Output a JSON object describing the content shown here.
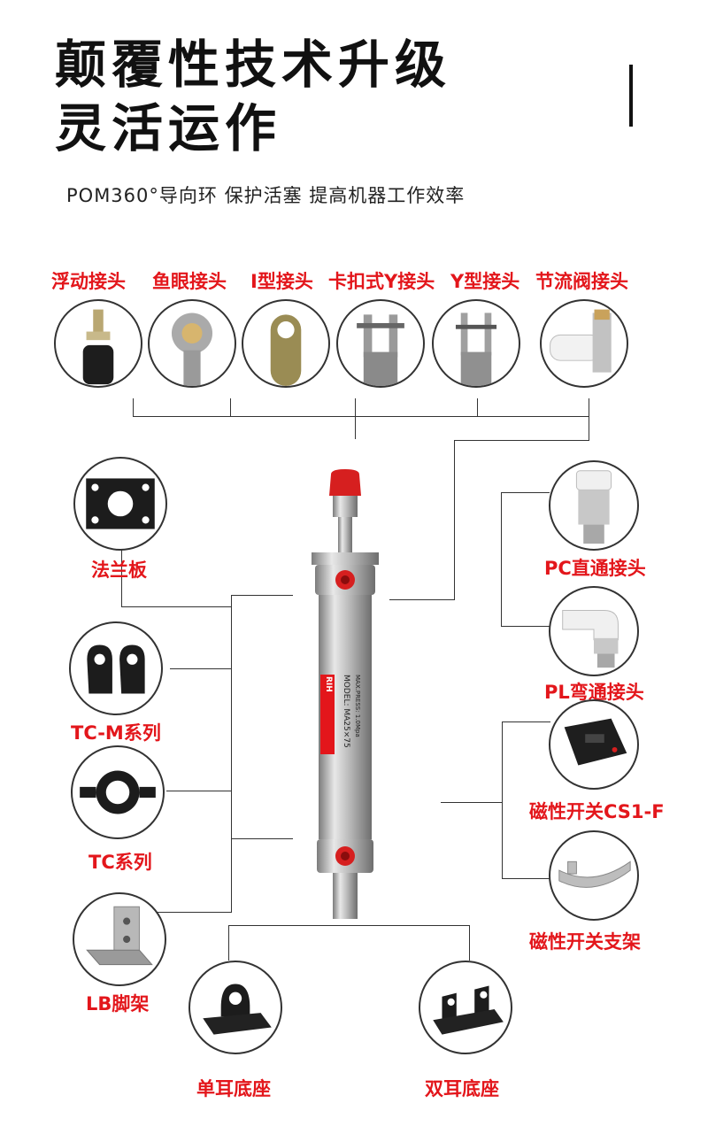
{
  "header": {
    "title_line1": "颠覆性技术升级",
    "title_line2": "灵活运作",
    "subtitle": "POM360°导向环 保护活塞 提高机器工作效率"
  },
  "top_parts": [
    {
      "label": "浮动接头",
      "icon": "floating-joint-icon"
    },
    {
      "label": "鱼眼接头",
      "icon": "rod-end-icon"
    },
    {
      "label": "I型接头",
      "icon": "i-joint-icon"
    },
    {
      "label": "卡扣式Y接头",
      "icon": "clip-y-joint-icon"
    },
    {
      "label": "Y型接头",
      "icon": "y-joint-icon"
    },
    {
      "label": "节流阀接头",
      "icon": "throttle-valve-fitting-icon"
    }
  ],
  "left_parts": [
    {
      "label": "法兰板",
      "icon": "flange-plate-icon"
    },
    {
      "label": "TC-M系列",
      "icon": "tc-m-bracket-icon"
    },
    {
      "label": "TC系列",
      "icon": "tc-trunnion-icon"
    },
    {
      "label": "LB脚架",
      "icon": "lb-foot-bracket-icon"
    }
  ],
  "right_parts": [
    {
      "label": "PC直通接头",
      "icon": "pc-straight-fitting-icon"
    },
    {
      "label": "PL弯通接头",
      "icon": "pl-elbow-fitting-icon"
    },
    {
      "label": "磁性开关CS1-F",
      "icon": "magnetic-switch-icon"
    },
    {
      "label": "磁性开关支架",
      "icon": "switch-bracket-icon"
    }
  ],
  "bottom_parts": [
    {
      "label": "单耳底座",
      "icon": "single-clevis-base-icon"
    },
    {
      "label": "双耳底座",
      "icon": "double-clevis-base-icon"
    }
  ],
  "cylinder": {
    "brand": "RIH",
    "model_line": "MODEL: MA25×75",
    "spec_line": "MAX.PRESS: 1.0Mpa",
    "icon": "pneumatic-cylinder-icon"
  },
  "colors": {
    "label_red": "#e3161b",
    "line": "#333333"
  }
}
